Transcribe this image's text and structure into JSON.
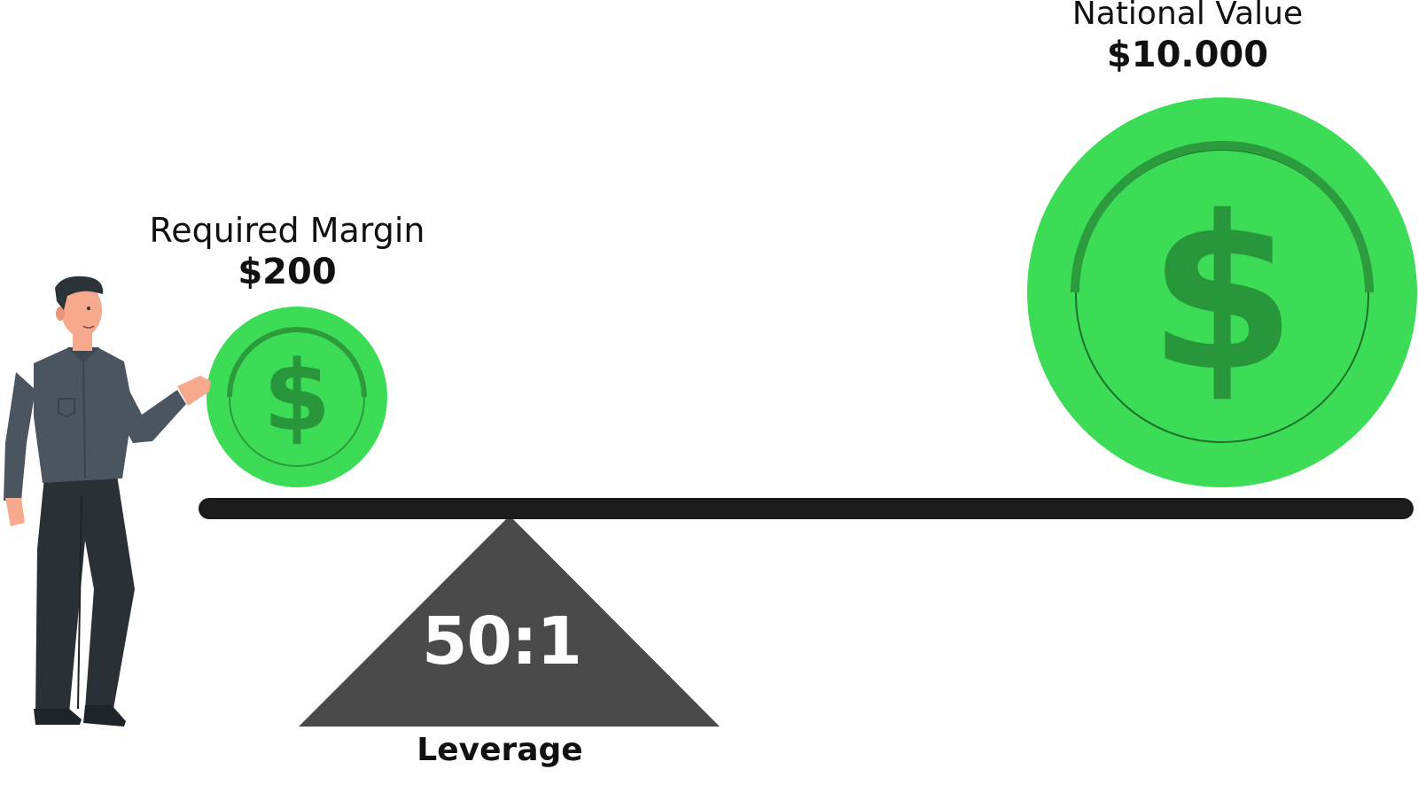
{
  "required_margin": {
    "title": "Required Margin",
    "amount": "$200"
  },
  "notional_value": {
    "title": "National Value",
    "amount": "$10.000"
  },
  "leverage": {
    "ratio": "50:1",
    "caption": "Leverage"
  },
  "coin_symbol": "$",
  "icons": [
    "person-illustration",
    "dollar-coin-icon",
    "seesaw-beam",
    "fulcrum-triangle"
  ],
  "colors": {
    "coin_fill": "#3ddc57",
    "coin_dark": "#28963a",
    "beam": "#1b1b1b",
    "fulcrum": "#4a4a4a",
    "shirt": "#4a5560",
    "trousers": "#2a3035",
    "skin": "#f6a98c",
    "hair": "#2b3238"
  }
}
